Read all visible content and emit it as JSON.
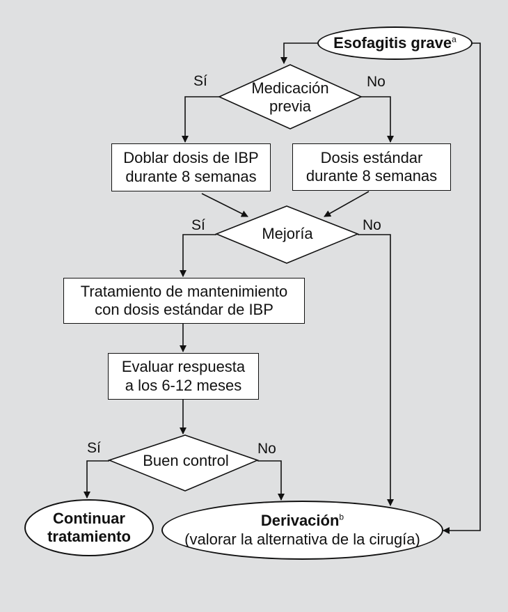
{
  "nodes": {
    "start": {
      "title": "Esofagitis grave",
      "sup": "a"
    },
    "medicacion": {
      "line1": "Medicación",
      "line2": "previa"
    },
    "doblar": {
      "line1": "Doblar dosis de IBP",
      "line2": "durante 8 semanas"
    },
    "estandar": {
      "line1": "Dosis estándar",
      "line2": "durante 8 semanas"
    },
    "mejoria": {
      "label": "Mejoría"
    },
    "mantenimiento": {
      "line1": "Tratamiento de mantenimiento",
      "line2": "con dosis estándar de IBP"
    },
    "evaluar": {
      "line1": "Evaluar respuesta",
      "line2": "a los 6-12 meses"
    },
    "control": {
      "label": "Buen control"
    },
    "continuar": {
      "line1": "Continuar",
      "line2": "tratamiento"
    },
    "derivacion": {
      "title": "Derivación",
      "sup": "b",
      "line2": "(valorar la alternativa de la cirugía)"
    }
  },
  "edge_labels": {
    "si_1": "Sí",
    "no_1": "No",
    "si_2": "Sí",
    "no_2": "No",
    "si_3": "Sí",
    "no_3": "No"
  }
}
